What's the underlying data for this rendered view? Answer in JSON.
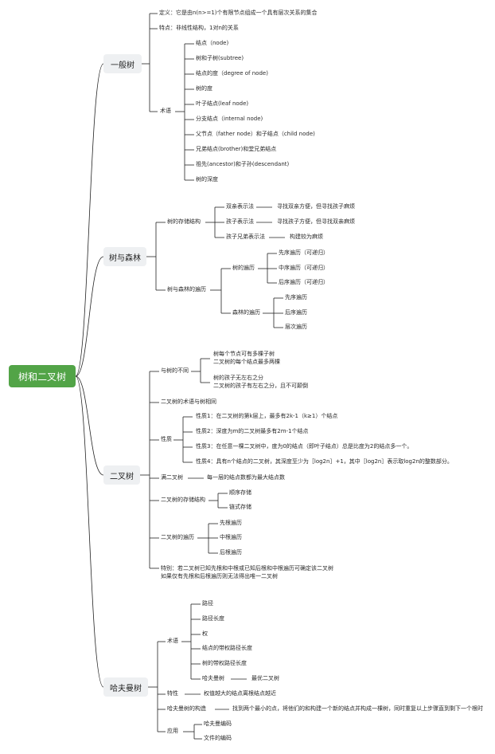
{
  "root": "树和二叉树",
  "b1": {
    "title": "一般树",
    "def": "定义：它是由n(n>=1)个有限节点组成一个具有层次关系的集合",
    "feat": "特点：非线性结构，1对n的关系",
    "terms_label": "术语",
    "terms": [
      "结点（node)",
      "树和子树(subtree)",
      "结点的度（degree of node)",
      "树的度",
      "叶子结点(leaf node)",
      "分支结点（internal node)",
      "父节点（father node）和子结点（child node)",
      "兄弟结点(brother)和堂兄弟结点",
      "祖先(ancestor)和子孙(descendant)",
      "树的深度"
    ]
  },
  "b2": {
    "title": "树与森林",
    "storage": "树的存储结构",
    "s1": "双亲表示法",
    "s1d": "寻找双亲方便，但寻找孩子麻烦",
    "s2": "孩子表示法",
    "s2d": "寻找孩子方便，但寻找双亲麻烦",
    "s3": "孩子兄弟表示法",
    "s3d": "构建较为麻烦",
    "traversal": "树与森林的遍历",
    "tree_trav": "树的遍历",
    "tt": [
      "先序遍历（可递归）",
      "中序遍历（可递归）",
      "后序遍历（可递归）"
    ],
    "forest_trav": "森林的遍历",
    "ft": [
      "先序遍历",
      "后序遍历",
      "层次遍历"
    ]
  },
  "b3": {
    "title": "二叉树",
    "diff": "与树的不同",
    "diff1a": "树每个节点可有多棵子树",
    "diff1b": "二叉树的每个结点最多两棵",
    "diff2a": "树的孩子无左右之分",
    "diff2b": "二叉树的孩子有左右之分，且不可颠倒",
    "same": "二叉树的术语与树相同",
    "prop": "性质",
    "props": [
      "性质1：在二叉树的第k层上，最多有2k-1（k≥1）个结点",
      "性质2：深度为m的二叉树最多有2m-1个结点",
      "性质3：在任意一棵二叉树中，度为0的结点（即叶子结点）总是比度为2的结点多一个。",
      "性质4：具有n个结点的二叉树，其深度至少为［log2n］+1，其中［log2n］表示取log2n的整数部分。"
    ],
    "full": "满二叉树",
    "full_d": "每一层的结点数都为最大结点数",
    "storage": "二叉树的存储结构",
    "st": [
      "顺序存储",
      "链式存储"
    ],
    "trav": "二叉树的遍历",
    "tr": [
      "先根遍历",
      "中根遍历",
      "后根遍历"
    ],
    "special1": "特别：若二叉树已知先根和中根或已知后根和中根遍历可确定该二叉树",
    "special2": "如果仅有先根和后根遍历则无法得出唯一二叉树"
  },
  "b4": {
    "title": "哈夫曼树",
    "terms_label": "术语",
    "terms": [
      "路径",
      "路径长度",
      "权",
      "结点的带权路径长度",
      "树的带权路径长度",
      "哈夫曼树"
    ],
    "min_tree": "最优二叉树",
    "feat": "特性",
    "feat_d": "权值越大的结点离根结点越近",
    "build": "哈夫曼树的构造",
    "build_d": "找到两个最小的点，将他们的和构建一个新的结点并构成一棵树，同时重复以上步骤直到剩下一个根时",
    "app": "应用",
    "apps": [
      "哈夫曼编码",
      "文件的编码"
    ]
  },
  "colors": {
    "root_bg": "#52a447",
    "node_bg": "#eef0f2",
    "line": "#222222"
  }
}
